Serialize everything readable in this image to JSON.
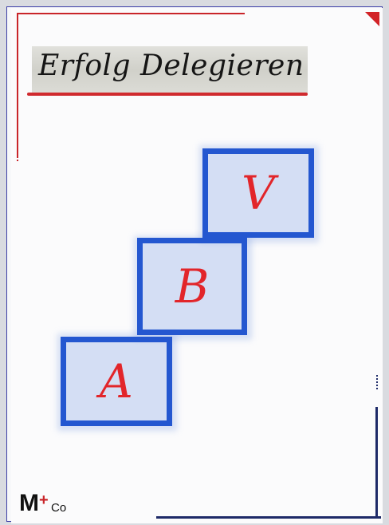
{
  "title": "Erfolg Delegieren",
  "boxes": [
    {
      "id": "V",
      "letter": "V"
    },
    {
      "id": "B",
      "letter": "B"
    },
    {
      "id": "A",
      "letter": "A"
    }
  ],
  "logo": {
    "main": "M",
    "plus": "+",
    "sub": "Co"
  },
  "colors": {
    "box_border": "#2457d0",
    "letter": "#e2252a",
    "accent_red": "#c9252a",
    "accent_navy": "#1e2a68"
  }
}
